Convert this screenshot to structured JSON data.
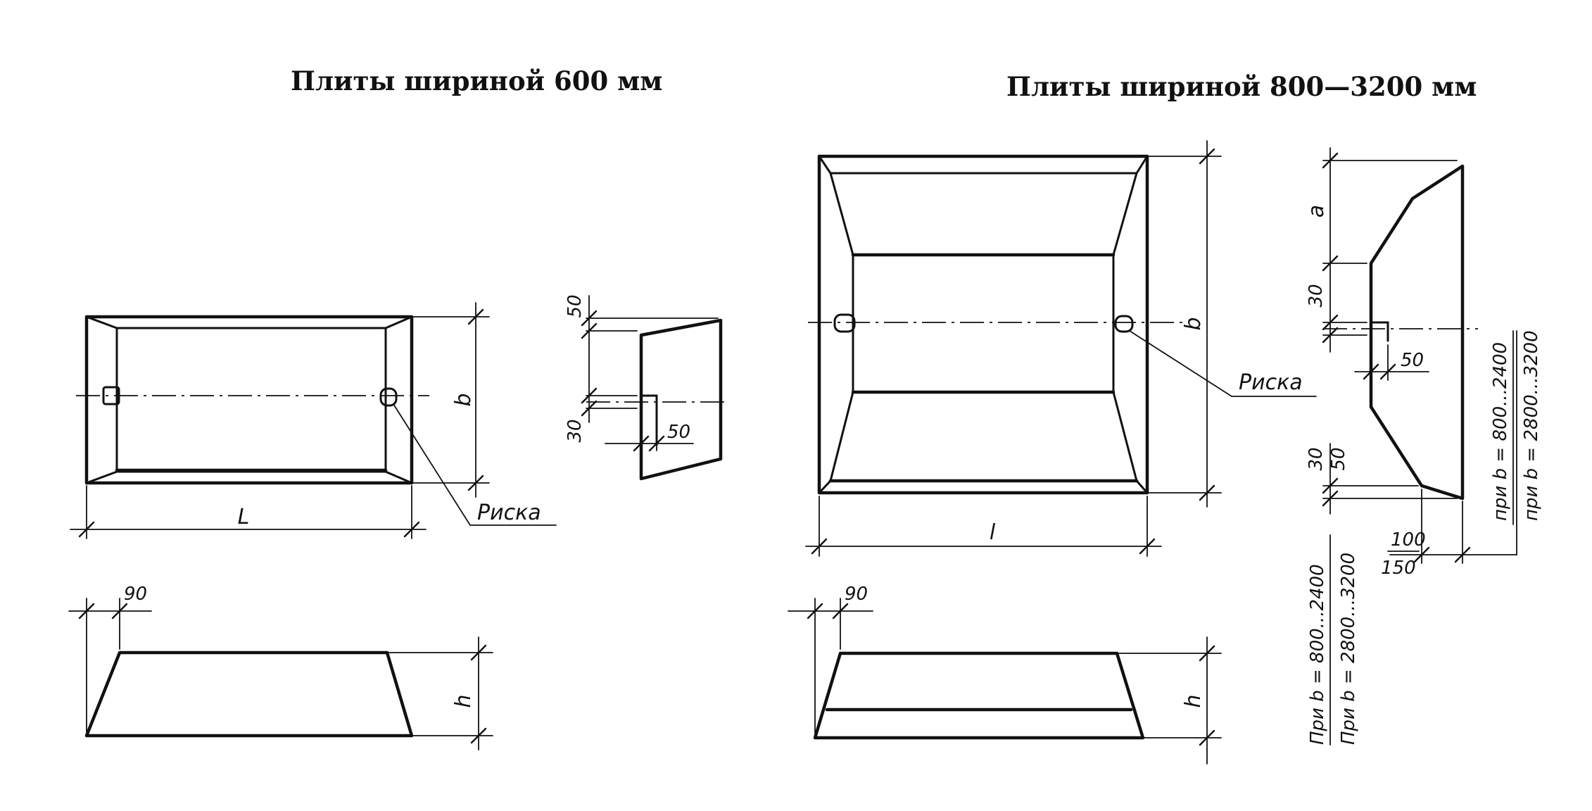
{
  "left": {
    "title": "Плиты шириной 600 мм",
    "plan": {
      "length_label": "L",
      "width_label": "b",
      "mark_label": "Риска"
    },
    "section": {
      "dim_top": "50",
      "dim_hook": "30",
      "dim_hook_w": "50"
    },
    "elevation": {
      "dim_slope": "90",
      "height_label": "h"
    }
  },
  "right": {
    "title": "Плиты шириной 800—3200 мм",
    "plan": {
      "length_label": "l",
      "width_label": "b",
      "mark_label": "Риска"
    },
    "section": {
      "dim_a": "a",
      "dim_hook": "30",
      "dim_hook_w": "50",
      "dim_bottom_30": "30",
      "dim_bottom_50": "50",
      "dim_100": "100",
      "dim_150": "150",
      "note_right_1": "при b = 800...2400",
      "note_right_2": "при b = 2800...3200",
      "note_left_1": "При b = 800...2400",
      "note_left_2": "При b = 2800...3200"
    },
    "elevation": {
      "dim_slope": "90",
      "height_label": "h"
    }
  }
}
